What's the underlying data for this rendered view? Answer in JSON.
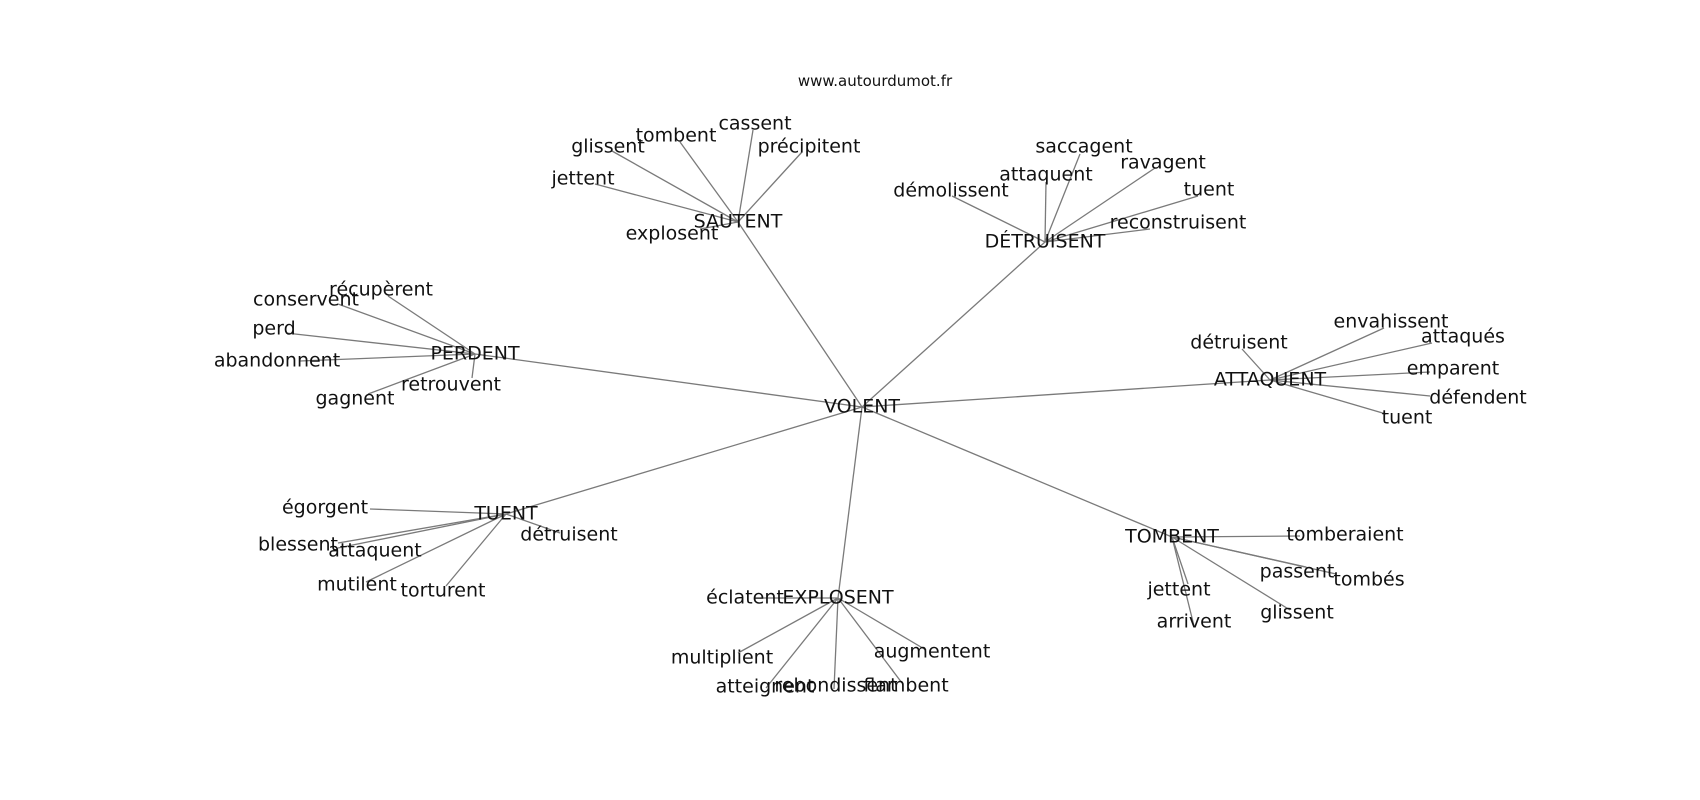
{
  "watermark": "www.autourdumot.fr",
  "center": "VOLENT",
  "clusters": [
    {
      "word": "SAUTENT",
      "neighbors": [
        "cassent",
        "tombent",
        "glissent",
        "précipitent",
        "jettent",
        "explosent"
      ]
    },
    {
      "word": "DÉTRUISENT",
      "neighbors": [
        "saccagent",
        "attaquent",
        "ravagent",
        "démolissent",
        "tuent",
        "reconstruisent"
      ]
    },
    {
      "word": "PERDENT",
      "neighbors": [
        "récupèrent",
        "conservent",
        "perd",
        "abandonnent",
        "retrouvent",
        "gagnent"
      ]
    },
    {
      "word": "ATTAQUENT",
      "neighbors": [
        "envahissent",
        "attaqués",
        "détruisent",
        "emparent",
        "défendent",
        "tuent"
      ]
    },
    {
      "word": "TUENT",
      "neighbors": [
        "égorgent",
        "blessent",
        "attaquent",
        "détruisent",
        "mutilent",
        "torturent"
      ]
    },
    {
      "word": "TOMBENT",
      "neighbors": [
        "tomberaient",
        "passent",
        "tombés",
        "jettent",
        "glissent",
        "arrivent"
      ]
    },
    {
      "word": "EXPLOSENT",
      "neighbors": [
        "éclatent",
        "multiplient",
        "augmentent",
        "atteignent",
        "rebondissent",
        "flambent"
      ]
    }
  ]
}
